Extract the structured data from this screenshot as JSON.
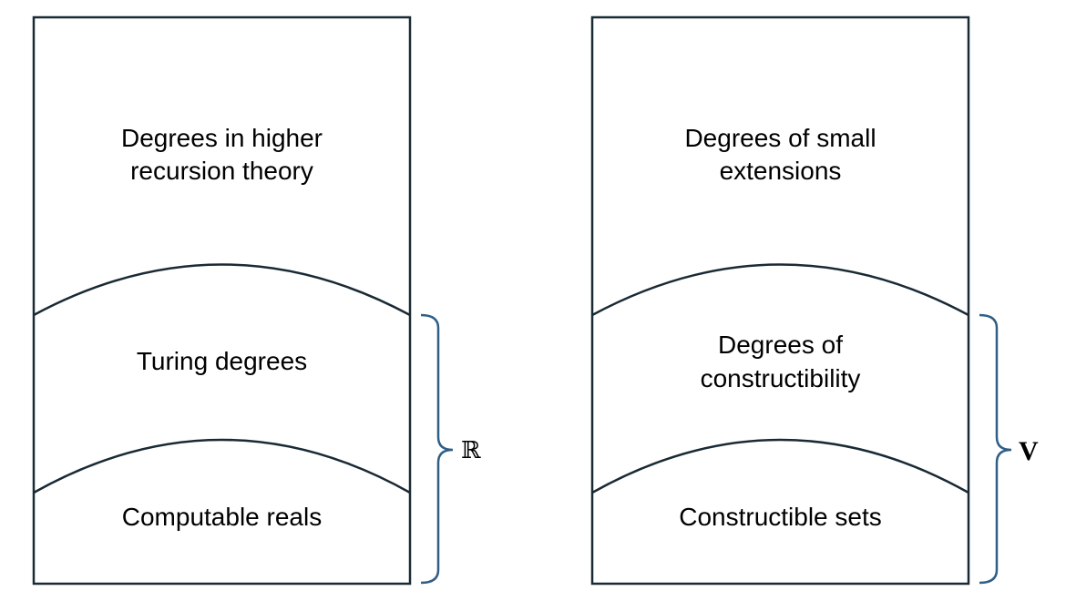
{
  "colors": {
    "outline": "#1a2a35",
    "brace": "#2f5f87",
    "text": "#000000"
  },
  "left_diagram": {
    "top_region": {
      "line1": "Degrees in higher",
      "line2": "recursion theory"
    },
    "middle_region": {
      "line1": "Turing degrees"
    },
    "bottom_region": {
      "line1": "Computable reals"
    },
    "brace_label": "ℝ"
  },
  "right_diagram": {
    "top_region": {
      "line1": "Degrees of small",
      "line2": "extensions"
    },
    "middle_region": {
      "line1": "Degrees of",
      "line2": "constructibility"
    },
    "bottom_region": {
      "line1": "Constructible sets"
    },
    "brace_label": "V"
  }
}
